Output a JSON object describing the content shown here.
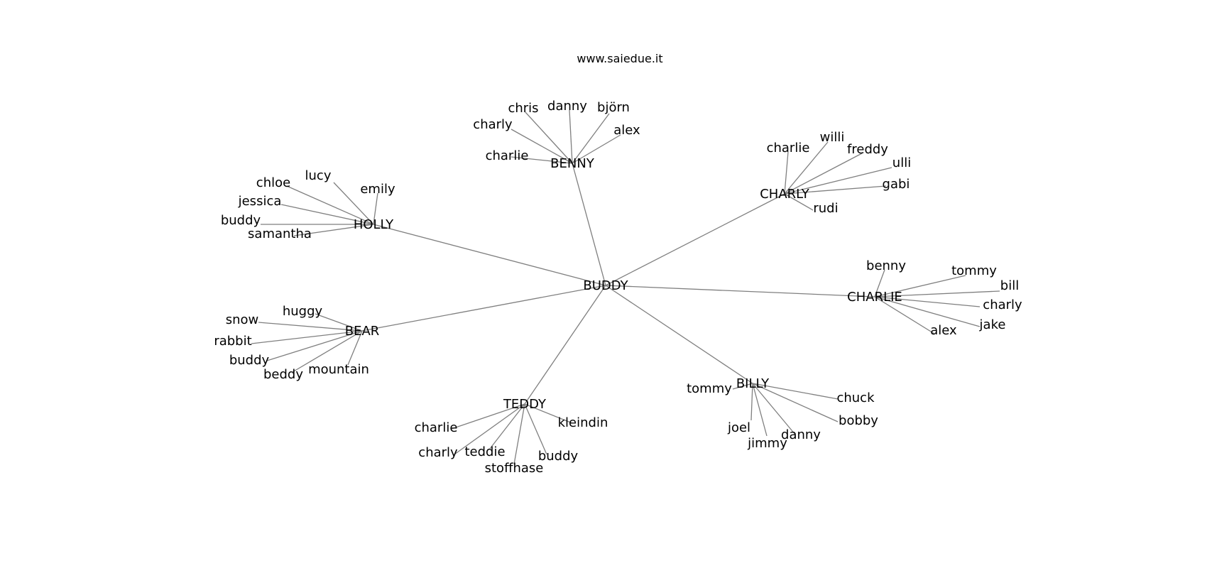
{
  "header": {
    "site": "www.saiedue.it"
  },
  "colors": {
    "background": "#ffffff",
    "edge": "#7f7f7f",
    "text": "#000000"
  },
  "tree": {
    "root": "BUDDY",
    "groups": [
      {
        "name": "BENNY",
        "children": [
          "charlie",
          "charly",
          "chris",
          "danny",
          "björn",
          "alex"
        ]
      },
      {
        "name": "CHARLY",
        "children": [
          "charlie",
          "willi",
          "freddy",
          "ulli",
          "gabi",
          "rudi"
        ]
      },
      {
        "name": "HOLLY",
        "children": [
          "lucy",
          "chloe",
          "emily",
          "jessica",
          "buddy",
          "samantha"
        ]
      },
      {
        "name": "CHARLIE",
        "children": [
          "benny",
          "tommy",
          "bill",
          "charly",
          "jake",
          "alex"
        ]
      },
      {
        "name": "BEAR",
        "children": [
          "huggy",
          "snow",
          "rabbit",
          "buddy",
          "beddy",
          "mountain"
        ]
      },
      {
        "name": "BILLY",
        "children": [
          "tommy",
          "chuck",
          "bobby",
          "joel",
          "danny",
          "jimmy"
        ]
      },
      {
        "name": "TEDDY",
        "children": [
          "charlie",
          "kleindin",
          "charly",
          "teddie",
          "buddy",
          "stoffhase"
        ]
      }
    ]
  }
}
